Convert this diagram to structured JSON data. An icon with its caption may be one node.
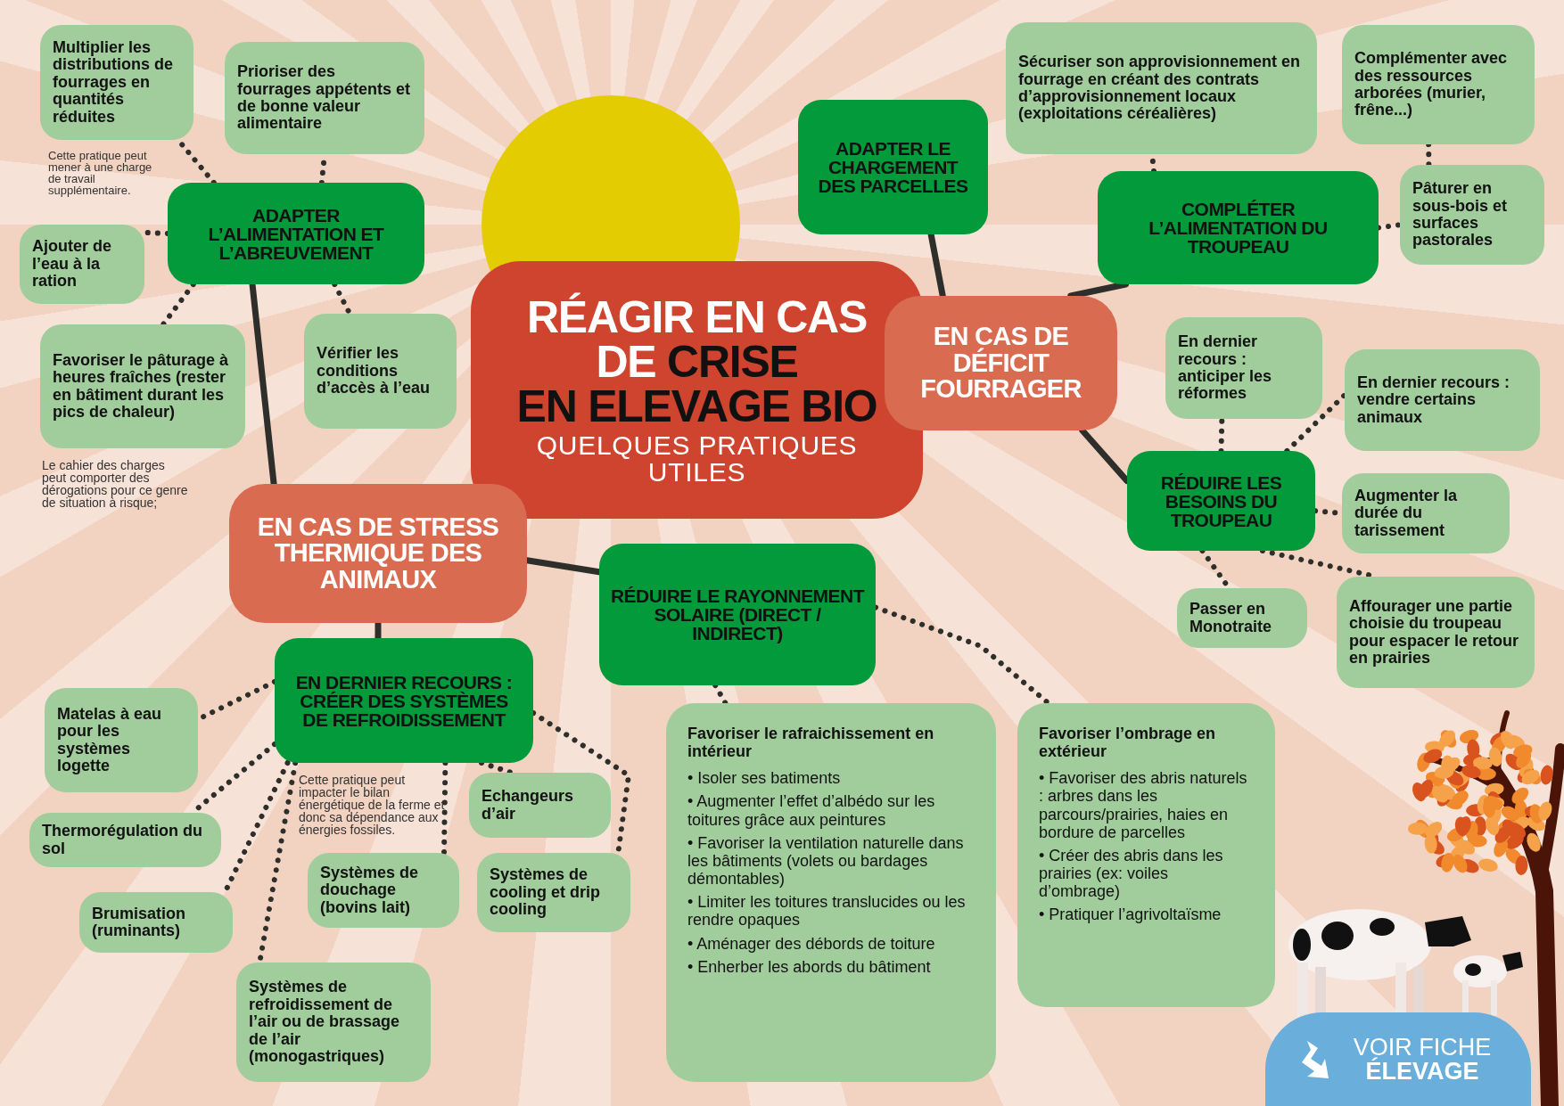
{
  "diagram": {
    "nodes": [
      {
        "text": [
          "RÉAGIR EN CAS DE",
          "CRISE",
          "EN ELEVAGE BIO",
          "QUELQUES PRATIQUES UTILES"
        ]
      },
      {
        "text": [
          "EN CAS DE STRESS THERMIQUE DES ANIMAUX"
        ]
      },
      {
        "text": [
          "ADAPTER L’ALIMENTATION ET L’ABREUVEMENT"
        ]
      },
      {
        "text": [
          "Multiplier les distributions de fourrages en quantités réduites"
        ],
        "beside": [
          "Cette pratique peut mener à une charge de travail supplémentaire."
        ]
      },
      {
        "text": [
          "Prioriser des fourrages appétents et de bonne valeur alimentaire"
        ]
      },
      {
        "text": [
          "Ajouter de l’eau à la ration"
        ]
      },
      {
        "text": [
          "Favoriser le pâturage à heures fraîches (rester en bâtiment durant les pics de chaleur)"
        ],
        "beside": [
          "Le cahier des charges peut comporter des dérogations pour ce genre de situation à risque;"
        ]
      },
      {
        "text": [
          "Vérifier les conditions d’accès à l’eau"
        ]
      },
      {
        "text": [
          "EN DERNIER RECOURS : CRÉER DES SYSTÈMES DE REFROIDISSEMENT"
        ],
        "beside": [
          "Cette pratique peut impacter le bilan énergétique de la ferme et donc sa dépendance aux énergies fossiles."
        ]
      },
      {
        "text": [
          "Matelas à eau pour les systèmes logette"
        ]
      },
      {
        "text": [
          "Thermorégulation du sol"
        ]
      },
      {
        "text": [
          "Brumisation (ruminants)"
        ]
      },
      {
        "text": [
          "Systèmes de refroidissement de l’air ou de brassage de l’air (monogastriques)"
        ]
      },
      {
        "text": [
          "Systèmes de douchage (bovins lait)"
        ]
      },
      {
        "text": [
          "Echangeurs d’air"
        ]
      },
      {
        "text": [
          "Systèmes de cooling et drip cooling"
        ]
      },
      {
        "text": [
          "RÉDUIRE LE RAYONNEMENT SOLAIRE (DIRECT / INDIRECT)"
        ]
      },
      {
        "text": [
          "Favoriser le rafraichissement en intérieur",
          "• Isoler ses batiments",
          "• Augmenter l’effet d’albédo sur les toitures grâce aux peintures",
          "• Favoriser la ventilation naturelle dans les bâtiments (volets ou bardages démontables)",
          "• Limiter les toitures translucides ou les rendre opaques",
          "• Aménager des débords de toiture",
          "• Enherber les abords du bâtiment"
        ]
      },
      {
        "text": [
          "Favoriser l’ombrage en extérieur",
          "• Favoriser des abris naturels : arbres dans les parcours/prairies, haies en bordure de parcelles",
          "• Créer des abris dans les prairies (ex: voiles d’ombrage)",
          "• Pratiquer l’agrivoltaïsme"
        ]
      },
      {
        "text": [
          "EN CAS DE DÉFICIT FOURRAGER"
        ]
      },
      {
        "text": [
          "ADAPTER LE CHARGEMENT DES PARCELLES"
        ]
      },
      {
        "text": [
          "COMPLÉTER L’ALIMENTATION DU TROUPEAU"
        ]
      },
      {
        "text": [
          "Sécuriser son approvisionnement en fourrage en créant des contrats d’approvisionnement locaux (exploitations céréalières)"
        ]
      },
      {
        "text": [
          "Complémenter avec des ressources arborées (murier, frêne...)"
        ]
      },
      {
        "text": [
          "Pâturer en sous-bois et surfaces pastorales"
        ]
      },
      {
        "text": [
          "En dernier recours : **anticiper les réformes**"
        ]
      },
      {
        "text": [
          "En dernier recours : **vendre certains animaux**"
        ]
      },
      {
        "text": [
          "RÉDUIRE LES BESOINS DU TROUPEAU"
        ]
      },
      {
        "text": [
          "Augmenter la durée du tarissement"
        ]
      },
      {
        "text": [
          "Passer en Monotraite"
        ]
      },
      {
        "text": [
          "Affourager une partie choisie du troupeau pour espacer le retour en prairies"
        ]
      },
      {
        "text": [
          "VOIR FICHE **ÉLEVAGE**"
        ]
      }
    ],
    "edges": [
      {
        "from": 1,
        "to": 2,
        "arrow": "none"
      },
      {
        "from": 2,
        "to": 3,
        "arrow": "none",
        "style": "dashed"
      },
      {
        "from": 2,
        "to": 4,
        "arrow": "none",
        "style": "dashed"
      },
      {
        "from": 2,
        "to": 5,
        "arrow": "none",
        "style": "dashed"
      },
      {
        "from": 2,
        "to": 6,
        "arrow": "none",
        "style": "dashed"
      },
      {
        "from": 2,
        "to": 7,
        "arrow": "none",
        "style": "dashed"
      },
      {
        "from": 1,
        "to": 8,
        "arrow": "none"
      },
      {
        "from": 8,
        "to": 9,
        "arrow": "none",
        "style": "dashed"
      },
      {
        "from": 8,
        "to": 10,
        "arrow": "none",
        "style": "dashed"
      },
      {
        "from": 8,
        "to": 11,
        "arrow": "none",
        "style": "dashed"
      },
      {
        "from": 8,
        "to": 12,
        "arrow": "none",
        "style": "dashed"
      },
      {
        "from": 8,
        "to": 13,
        "arrow": "none",
        "style": "dashed"
      },
      {
        "from": 8,
        "to": 14,
        "arrow": "none",
        "style": "dashed"
      },
      {
        "from": 8,
        "to": 15,
        "arrow": "none",
        "style": "dashed"
      },
      {
        "from": 1,
        "to": 16,
        "arrow": "none"
      },
      {
        "from": 16,
        "to": 17,
        "arrow": "none",
        "style": "dashed"
      },
      {
        "from": 16,
        "to": 18,
        "arrow": "none",
        "style": "dashed"
      },
      {
        "from": 19,
        "to": 20,
        "arrow": "none"
      },
      {
        "from": 19,
        "to": 21,
        "arrow": "none"
      },
      {
        "from": 19,
        "to": 27,
        "arrow": "none"
      },
      {
        "from": 21,
        "to": 22,
        "arrow": "none",
        "style": "dashed"
      },
      {
        "from": 21,
        "to": 24,
        "arrow": "none",
        "style": "dashed"
      },
      {
        "from": 23,
        "to": 24,
        "arrow": "none",
        "style": "dashed"
      },
      {
        "from": 27,
        "to": 25,
        "arrow": "none",
        "style": "dashed"
      },
      {
        "from": 27,
        "to": 26,
        "arrow": "none",
        "style": "dashed"
      },
      {
        "from": 27,
        "to": 28,
        "arrow": "none",
        "style": "dashed"
      },
      {
        "from": 27,
        "to": 29,
        "arrow": "none",
        "style": "dashed"
      },
      {
        "from": 27,
        "to": 30,
        "arrow": "none",
        "style": "dashed"
      }
    ]
  }
}
